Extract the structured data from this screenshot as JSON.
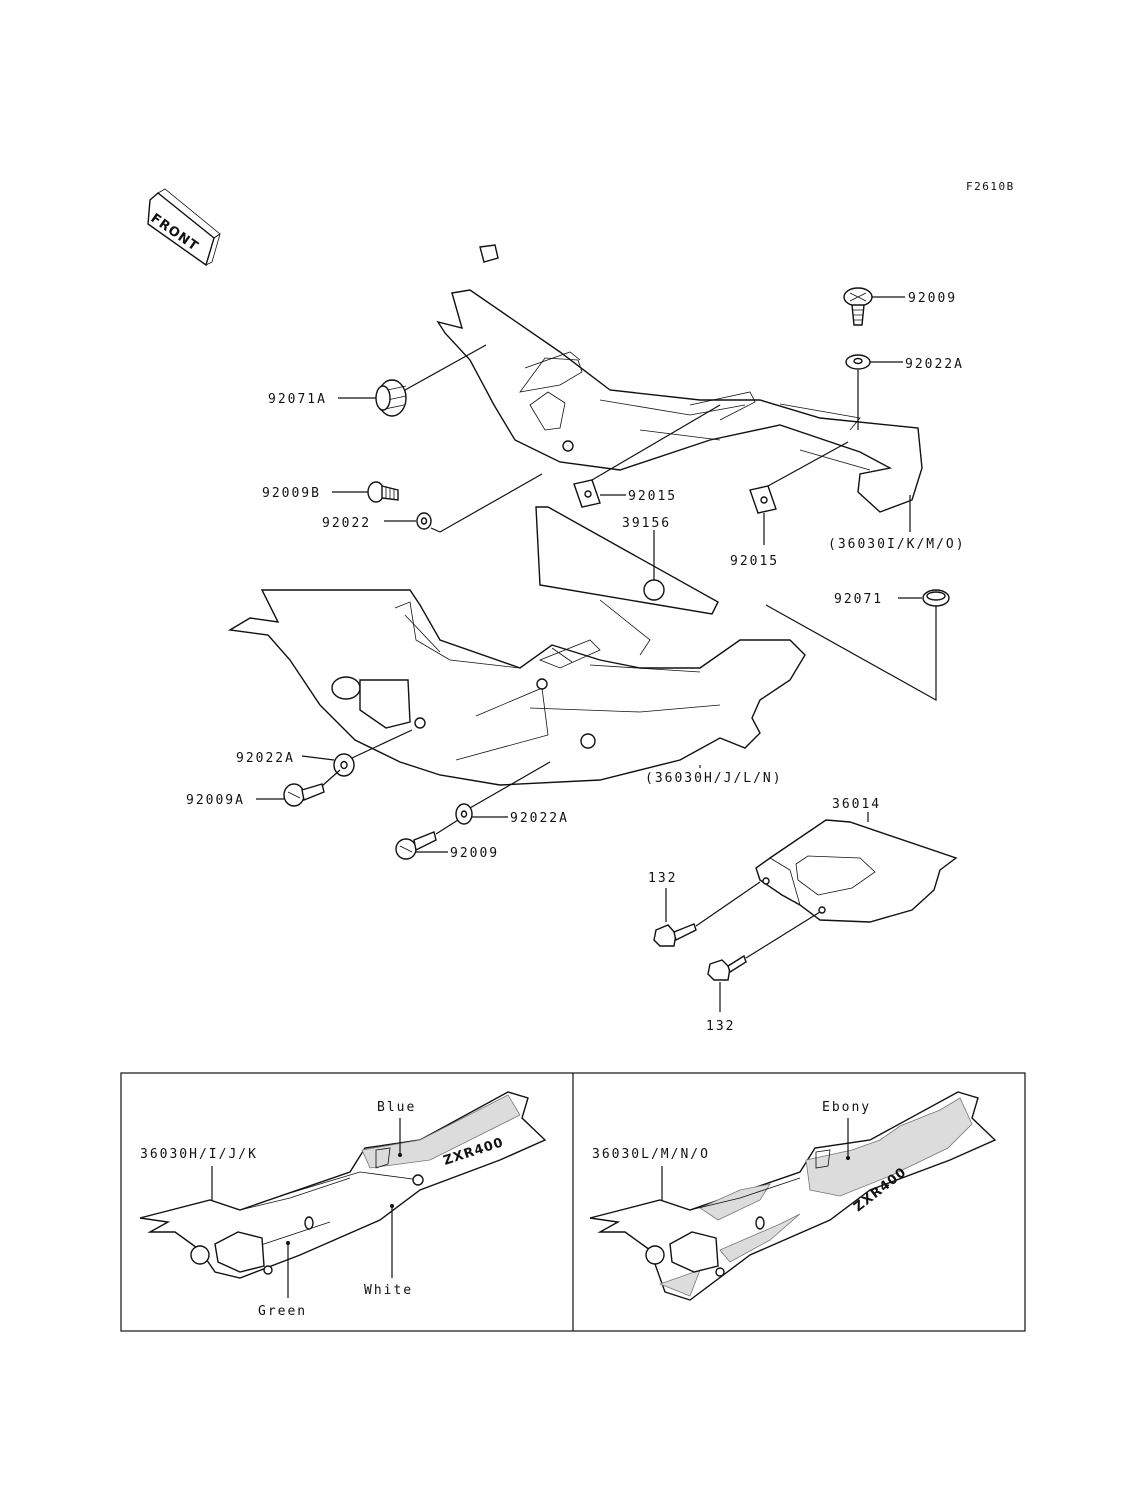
{
  "figure_code": "F2610B",
  "front_label": "FRONT",
  "parts": {
    "p92009_top": "92009",
    "p92022A_top": "92022A",
    "p92071A": "92071A",
    "p92009B": "92009B",
    "p92022": "92022",
    "p92015_a": "92015",
    "p92015_b": "92015",
    "p36030_IKMO": "(36030I/K/M/O)",
    "p39156": "39156",
    "p92071": "92071",
    "p92022A_left": "92022A",
    "p92009A": "92009A",
    "p92022A_mid": "92022A",
    "p92009_mid": "92009",
    "p36030_HJLN": "(36030H/J/L/N)",
    "p36014": "36014",
    "p132_a": "132",
    "p132_b": "132"
  },
  "variants": {
    "left": {
      "code": "36030H/I/J/K",
      "colors": [
        "Blue",
        "White",
        "Green"
      ],
      "logo": "ZXR400"
    },
    "right": {
      "code": "36030L/M/N/O",
      "colors": [
        "Ebony"
      ],
      "logo": "ZXR400"
    }
  }
}
